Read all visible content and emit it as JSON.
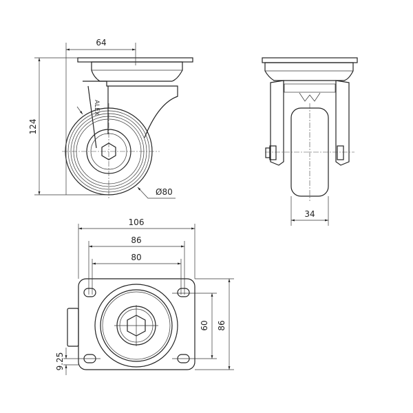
{
  "side_view": {
    "width_dim": "64",
    "height_dim": "124",
    "diameter_dim": "Ø80",
    "brand_logo": "ALEX"
  },
  "front_view": {
    "wheel_width_dim": "34"
  },
  "top_view": {
    "plate_length_dim": "106",
    "hole_outer_dim": "86",
    "hole_inner_dim": "80",
    "hole_spacing_dim": "60",
    "plate_width_dim": "86",
    "hole_offset_dim": "9.25"
  }
}
